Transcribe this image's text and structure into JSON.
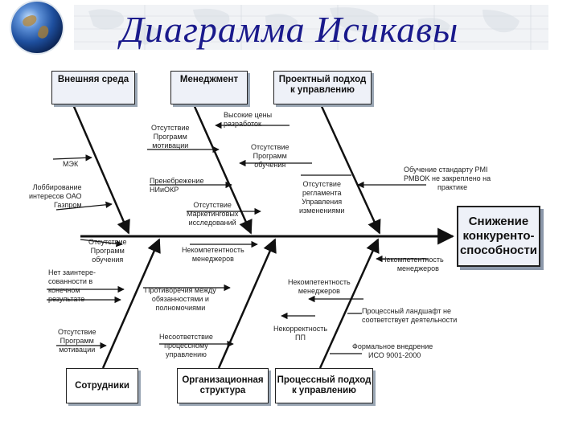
{
  "title": "Диаграмма Исикавы",
  "effect": [
    "Снижение",
    "конкуренто-",
    "способности"
  ],
  "categories": {
    "external": "Внешняя среда",
    "management": "Менеджмент",
    "project": [
      "Проектный подход",
      "к управлению"
    ],
    "staff": "Сотрудники",
    "org": [
      "Организационная",
      "структура"
    ],
    "process": [
      "Процессный подход",
      "к управлению"
    ]
  },
  "causes": {
    "high_prices": [
      "Высокие цены",
      "разработок"
    ],
    "no_program_motivation": [
      "Отсутствие",
      "Программ",
      "мотивации"
    ],
    "no_program_training": [
      "Отсутствие",
      "Программ",
      "обучения"
    ],
    "pmi_training": [
      "Обучение стандарту PMI",
      "PMBOK не закреплено на",
      "практике"
    ],
    "mek": "МЭК",
    "neglect_rnd": [
      "Пренебрежение",
      "НИиОКР"
    ],
    "no_regulations": [
      "Отсутствие",
      "регламента",
      "Управления",
      "изменениями"
    ],
    "lobbying": [
      "Лоббирование",
      "интересов ОАО",
      "Газпром"
    ],
    "no_marketing": [
      "Отсутствие",
      "Маркетинговых",
      "исследований"
    ],
    "no_training_staff": [
      "Отсутствие",
      "Программ",
      "обучения"
    ],
    "incompetent_1": [
      "Некомпетентность",
      "менеджеров"
    ],
    "incompetent_2": [
      "Некомпетентность",
      "менеджеров"
    ],
    "no_interest": [
      "Нет заинтере-",
      "сованности в",
      "конечном",
      "результате"
    ],
    "contradictions": [
      "Противоречия между",
      "обязанностями и",
      "полномочиями"
    ],
    "incompetent_3": [
      "Некомпетентность",
      "менеджеров"
    ],
    "landscape": [
      "Процессный ландшафт не",
      "соответствует деятельности"
    ],
    "motivation_staff": [
      "Отсутствие",
      "Программ",
      "мотивации"
    ],
    "mismatch": [
      "Несоответствие",
      "процессному",
      "управлению"
    ],
    "incorrect_pp": [
      "Некорректность",
      "ПП"
    ],
    "formal_iso": [
      "Формальное внедрение",
      "ИСО 9001-2000"
    ]
  }
}
